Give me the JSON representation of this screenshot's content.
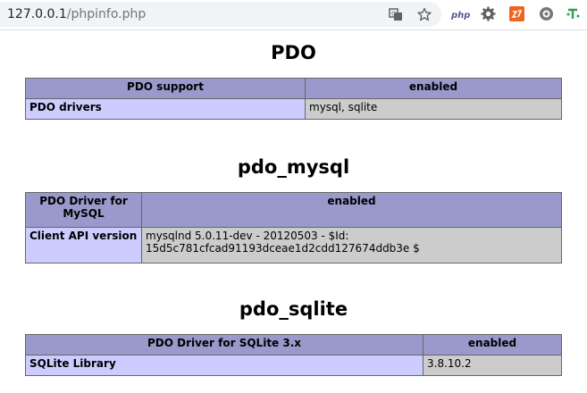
{
  "browser": {
    "url_host": "127.0.0.1",
    "url_path": "/phpinfo.php",
    "icons": [
      "translate-icon",
      "star-icon",
      "php-extension-icon",
      "gear-extension-icon",
      "orange-extension-icon",
      "settings-extension-icon",
      "green-extension-icon"
    ],
    "php_ext_label": "php"
  },
  "sections": [
    {
      "title": "PDO",
      "header": [
        "PDO support",
        "enabled"
      ],
      "rows": [
        {
          "key": "PDO drivers",
          "value": "mysql, sqlite"
        }
      ]
    },
    {
      "title": "pdo_mysql",
      "header": [
        "PDO Driver for MySQL",
        "enabled"
      ],
      "rows": [
        {
          "key": "Client API version",
          "value": "mysqlnd 5.0.11-dev - 20120503 - $Id: 15d5c781cfcad91193dceae1d2cdd127674ddb3e $"
        }
      ]
    },
    {
      "title": "pdo_sqlite",
      "header": [
        "PDO Driver for SQLite 3.x",
        "enabled"
      ],
      "rows": [
        {
          "key": "SQLite Library",
          "value": "3.8.10.2"
        }
      ]
    }
  ],
  "colors": {
    "header_bg": "#9999cc",
    "key_bg": "#ccccff",
    "value_bg": "#cccccc"
  }
}
